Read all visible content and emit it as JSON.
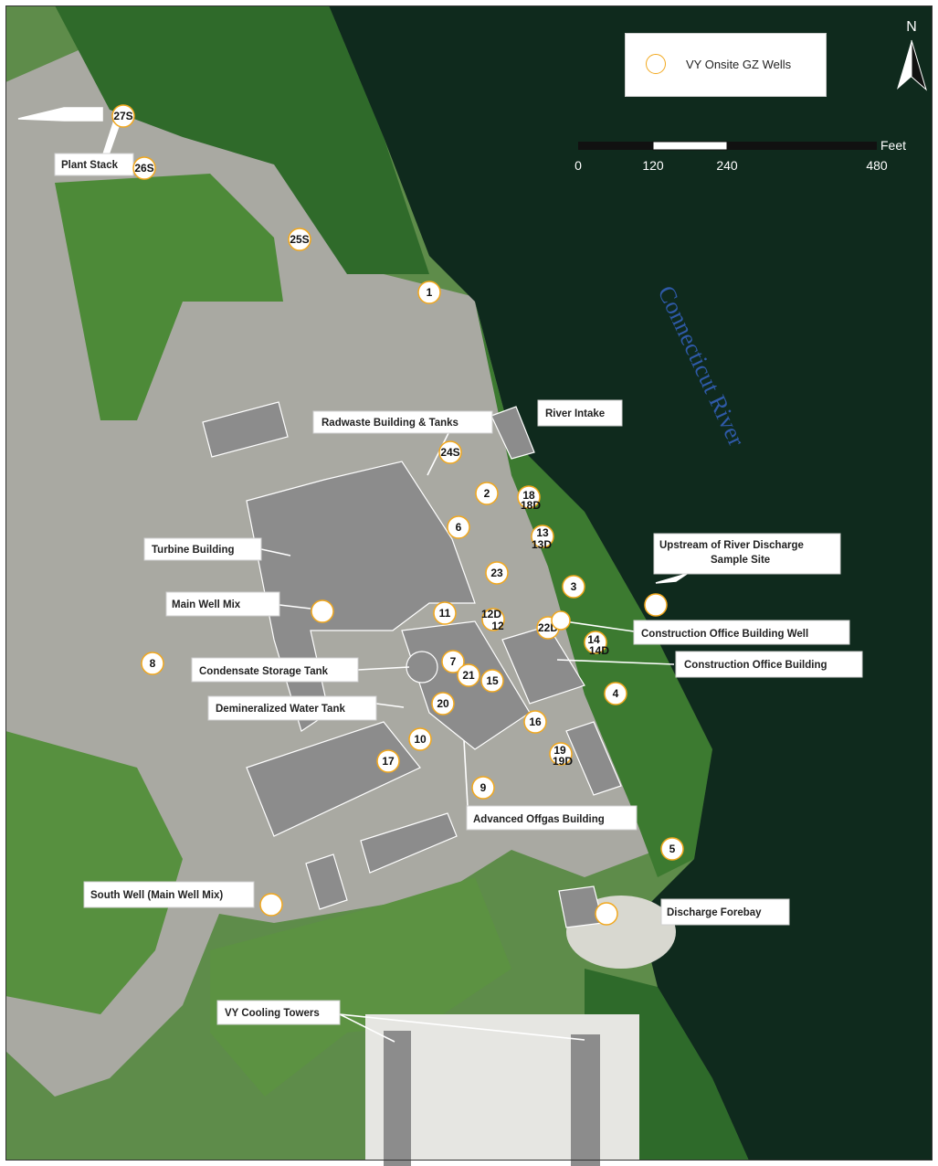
{
  "legend": {
    "entry": "VY Onsite GZ Wells",
    "circle_color": "#f2a81d"
  },
  "north_arrow": {
    "label": "N"
  },
  "scale_bar": {
    "unit": "Feet",
    "ticks": [
      "0",
      "120",
      "240",
      "480"
    ]
  },
  "river": {
    "name": "Connecticut River",
    "color": "#2f5aa8"
  },
  "colors": {
    "water": "#0f2a1d",
    "grass": "#4f8f3a",
    "paved": "#a8a8a0",
    "building": "#8a8a8a",
    "well_fill": "#ffffff",
    "well_stroke": "#f2a81d"
  },
  "labels": [
    {
      "id": "plant-stack",
      "text": "Plant Stack"
    },
    {
      "id": "radwaste",
      "text": "Radwaste Building & Tanks"
    },
    {
      "id": "river-intake",
      "text": "River Intake"
    },
    {
      "id": "turbine",
      "text": "Turbine Building"
    },
    {
      "id": "main-well-mix",
      "text": "Main Well Mix"
    },
    {
      "id": "upstream",
      "text": "Upstream of River Discharge"
    },
    {
      "id": "upstream2",
      "text": "Sample Site"
    },
    {
      "id": "const-office-well",
      "text": "Construction Office Building Well"
    },
    {
      "id": "const-office",
      "text": "Construction Office Building"
    },
    {
      "id": "condensate",
      "text": "Condensate Storage Tank"
    },
    {
      "id": "demin",
      "text": "Demineralized Water Tank"
    },
    {
      "id": "offgas",
      "text": "Advanced Offgas Building"
    },
    {
      "id": "south-well",
      "text": "South Well (Main Well Mix)"
    },
    {
      "id": "forebay",
      "text": "Discharge Forebay"
    },
    {
      "id": "cooling",
      "text": "VY Cooling Towers"
    }
  ],
  "wells": [
    {
      "id": "27S",
      "label": "27S"
    },
    {
      "id": "26S",
      "label": "26S"
    },
    {
      "id": "25S",
      "label": "25S"
    },
    {
      "id": "1",
      "label": "1"
    },
    {
      "id": "24S",
      "label": "24S"
    },
    {
      "id": "2",
      "label": "2"
    },
    {
      "id": "18",
      "label": "18"
    },
    {
      "id": "18D",
      "label": "18D"
    },
    {
      "id": "6",
      "label": "6"
    },
    {
      "id": "13",
      "label": "13"
    },
    {
      "id": "13D",
      "label": "13D"
    },
    {
      "id": "23",
      "label": "23"
    },
    {
      "id": "3",
      "label": "3"
    },
    {
      "id": "11",
      "label": "11"
    },
    {
      "id": "12D",
      "label": "12D"
    },
    {
      "id": "12",
      "label": "12"
    },
    {
      "id": "22D",
      "label": "22D"
    },
    {
      "id": "14",
      "label": "14"
    },
    {
      "id": "14D",
      "label": "14D"
    },
    {
      "id": "8",
      "label": "8"
    },
    {
      "id": "7",
      "label": "7"
    },
    {
      "id": "21",
      "label": "21"
    },
    {
      "id": "15",
      "label": "15"
    },
    {
      "id": "4",
      "label": "4"
    },
    {
      "id": "20",
      "label": "20"
    },
    {
      "id": "16",
      "label": "16"
    },
    {
      "id": "10",
      "label": "10"
    },
    {
      "id": "19",
      "label": "19"
    },
    {
      "id": "19D",
      "label": "19D"
    },
    {
      "id": "17",
      "label": "17"
    },
    {
      "id": "9",
      "label": "9"
    },
    {
      "id": "5",
      "label": "5"
    }
  ]
}
